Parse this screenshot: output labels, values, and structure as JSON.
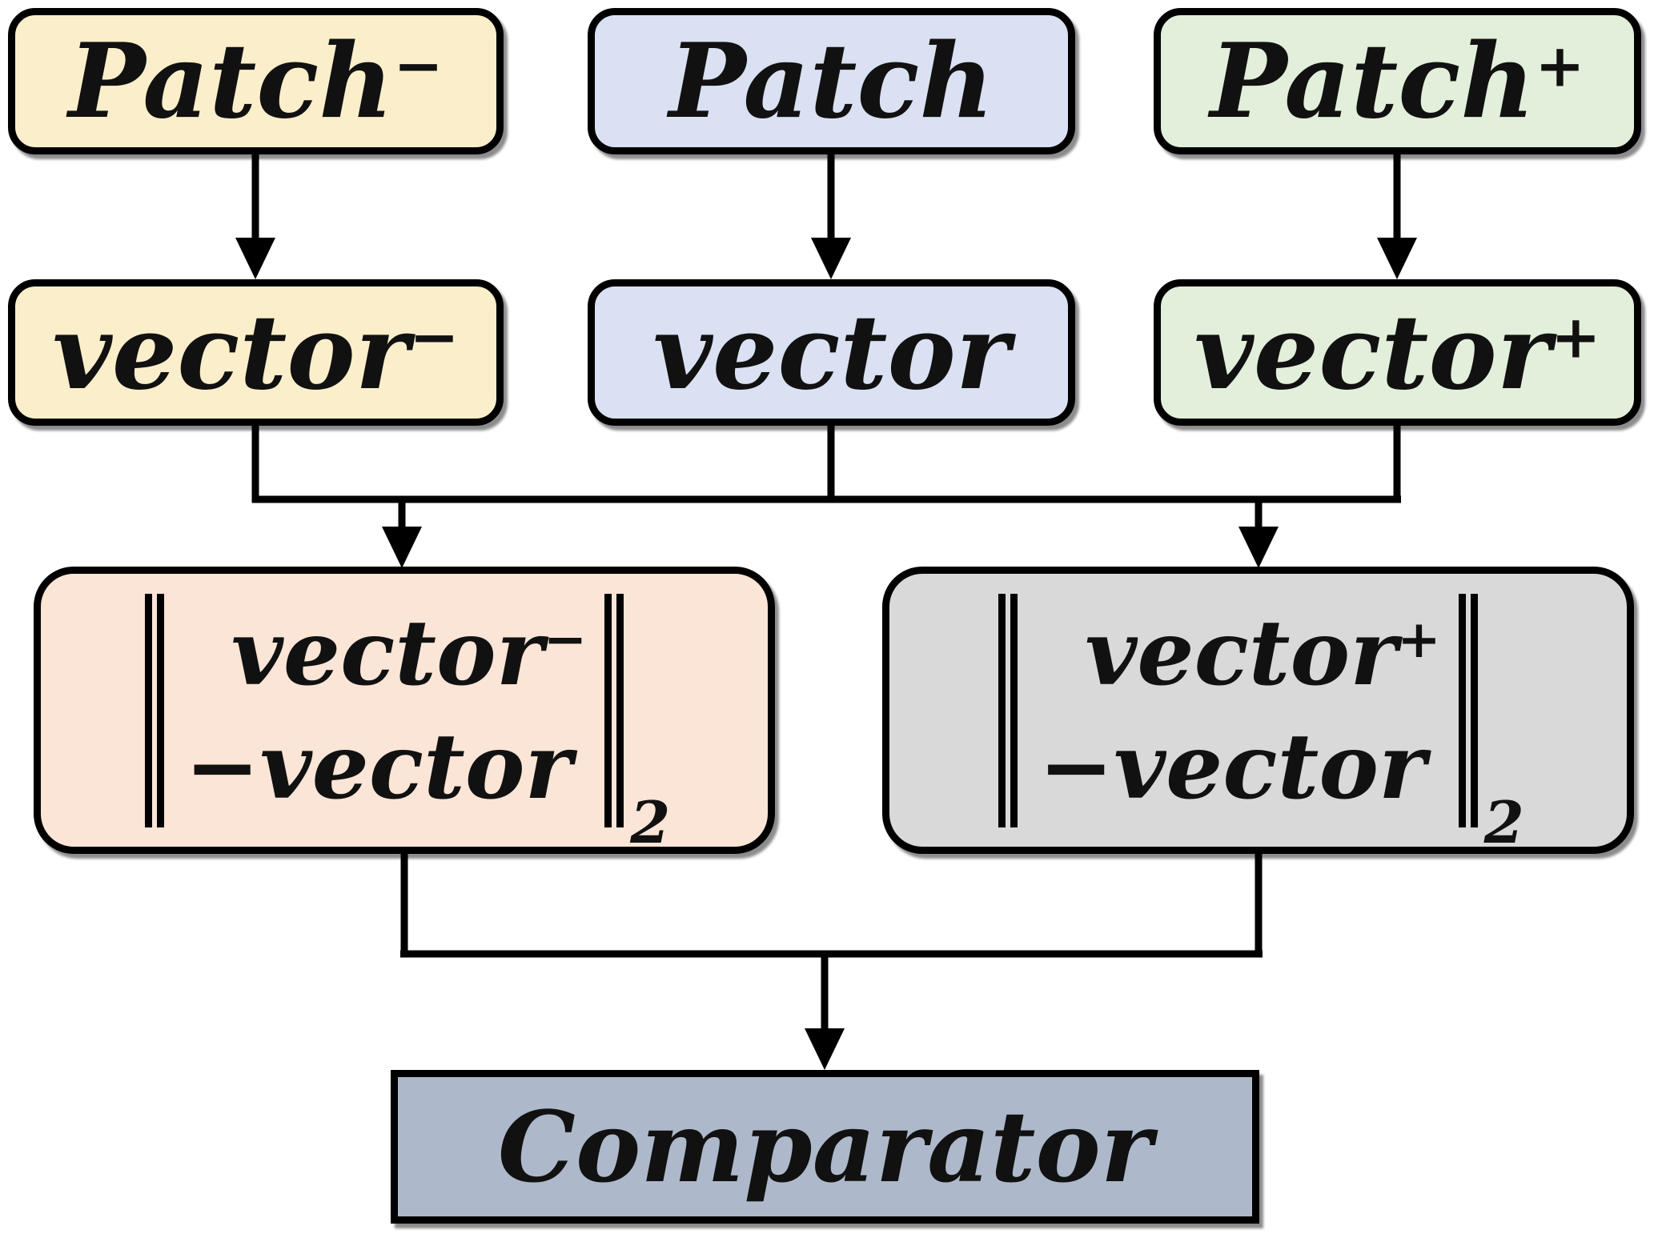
{
  "diagram": {
    "title": "Triplet patch comparison flowchart",
    "boxes": {
      "patch_neg": {
        "label": "Patch",
        "sup": "−",
        "fill": "#FBEFCB"
      },
      "patch": {
        "label": "Patch",
        "fill": "#D9E1F2"
      },
      "patch_pos": {
        "label": "Patch",
        "sup": "+",
        "fill": "#E2EFDA"
      },
      "vector_neg": {
        "label": "vector",
        "sup": "−",
        "fill": "#FBEFCB"
      },
      "vector": {
        "label": "vector",
        "fill": "#D9E1F2"
      },
      "vector_pos": {
        "label": "vector",
        "sup": "+",
        "fill": "#E2EFDA"
      },
      "norm_neg": {
        "open_delim": "‖",
        "line1": "vector",
        "line1_sup": "−",
        "line2": "−vector",
        "close_delim": "‖",
        "sub": "2",
        "fill": "#FBE5D6"
      },
      "norm_pos": {
        "open_delim": "‖",
        "line1": "vector",
        "line1_sup": "+",
        "line2": "−vector",
        "close_delim": "‖",
        "sub": "2",
        "fill": "#D9D9D9"
      },
      "comparator": {
        "label": "Comparator",
        "fill": "#ADB9CA"
      }
    },
    "colors": {
      "border": "#000000",
      "line": "#000000",
      "background": "#FFFFFF"
    }
  }
}
